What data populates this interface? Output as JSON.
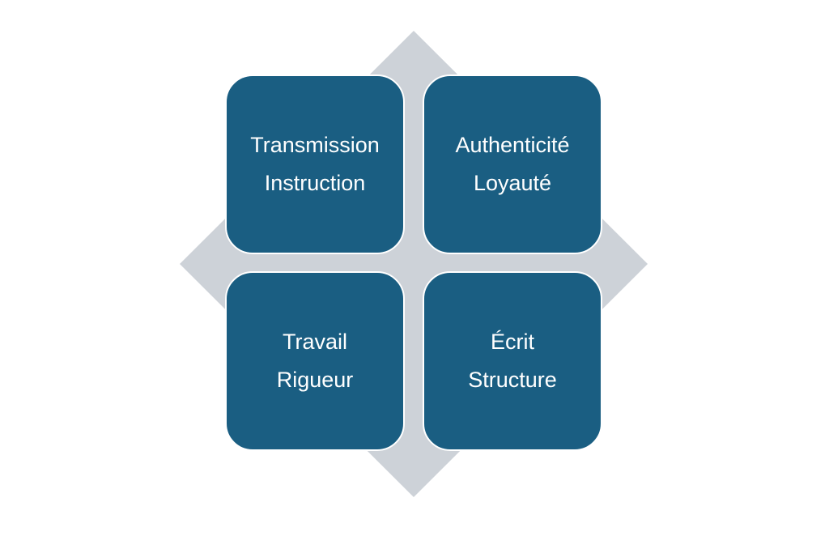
{
  "colors": {
    "background": "#ffffff",
    "diamond": "#cdd2d8",
    "tile_fill": "#1a5e82",
    "tile_border": "#ffffff",
    "text": "#ffffff"
  },
  "tiles": [
    {
      "lines": [
        "Transmission",
        "Instruction"
      ]
    },
    {
      "lines": [
        "Authenticité",
        "Loyauté"
      ]
    },
    {
      "lines": [
        "Travail",
        "Rigueur"
      ]
    },
    {
      "lines": [
        "Écrit",
        "Structure"
      ]
    }
  ]
}
